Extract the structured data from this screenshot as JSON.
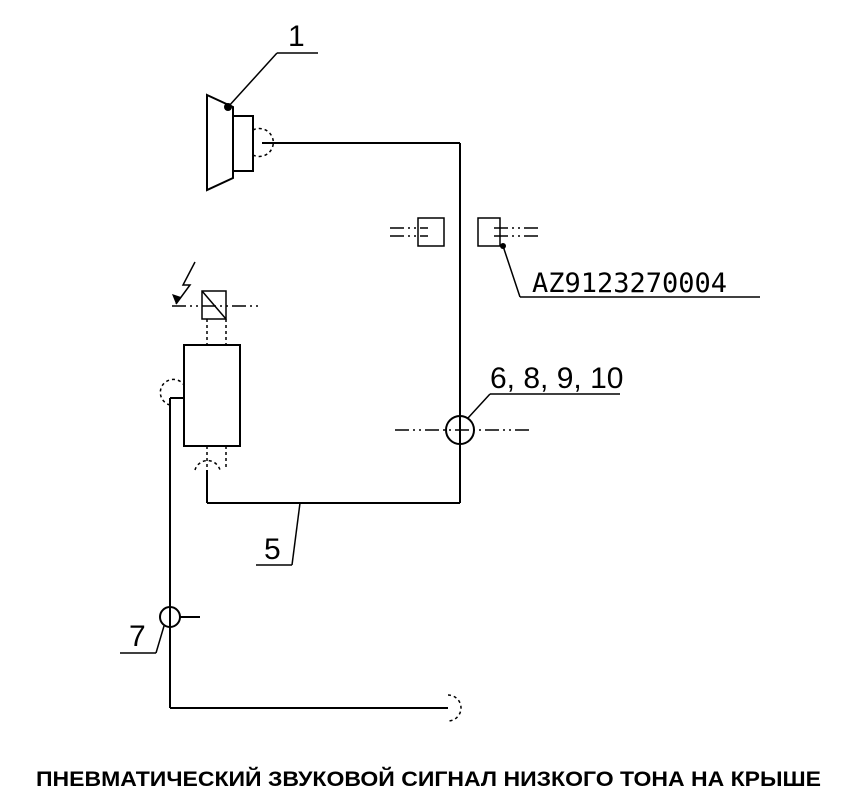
{
  "labels": {
    "horn": "1",
    "pipe": "5",
    "fittings": "6, 8, 9, 10",
    "tee": "7",
    "part_number": "AZ9123270004"
  },
  "caption": "ПНЕВМАТИЧЕСКИЙ ЗВУКОВОЙ СИГНАЛ НИЗКОГО ТОНА НА КРЫШЕ"
}
